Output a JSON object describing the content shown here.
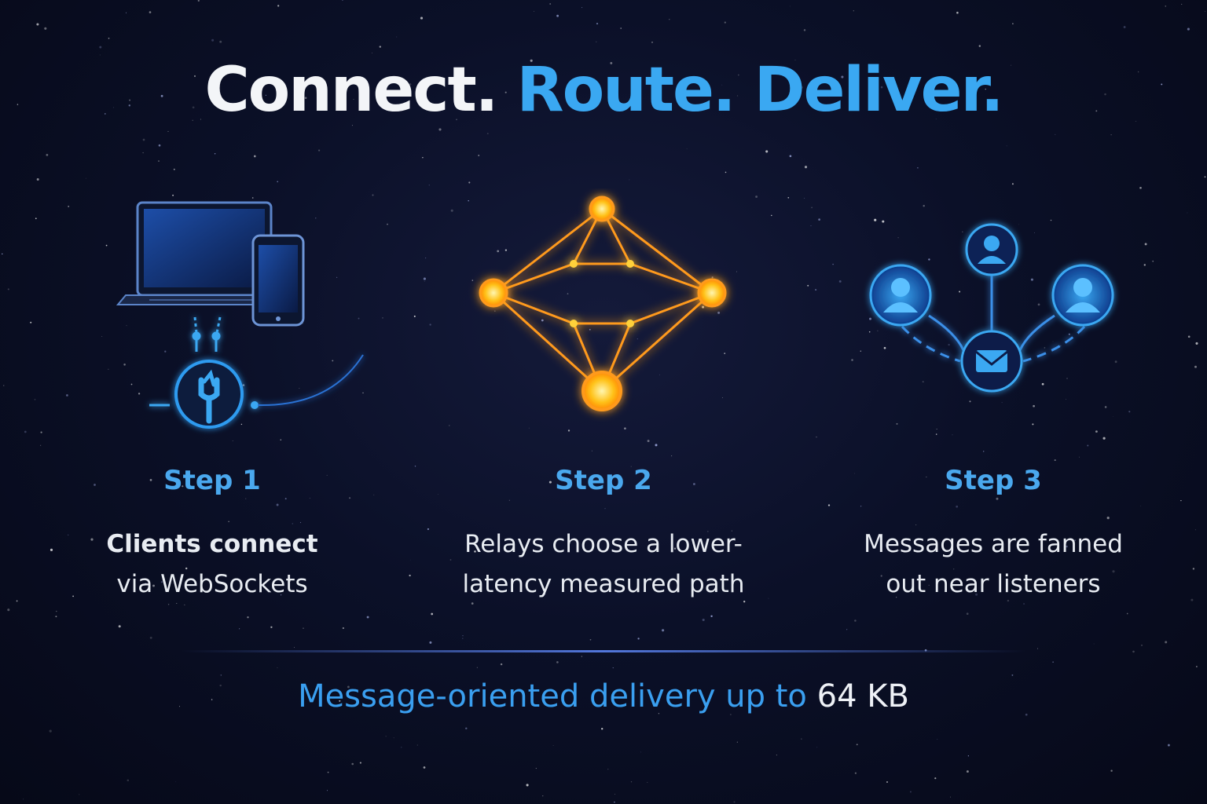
{
  "headline": {
    "part1": "Connect.",
    "part2": "Route.",
    "part3": "Deliver."
  },
  "steps": [
    {
      "label": "Step 1",
      "line1": "Clients connect",
      "line2": "via WebSockets",
      "icon": "devices-websocket-icon"
    },
    {
      "label": "Step 2",
      "line1": "Relays choose a lower-",
      "line2": "latency measured path",
      "icon": "relay-network-icon"
    },
    {
      "label": "Step 3",
      "line1": "Messages are fanned",
      "line2": "out near listeners",
      "icon": "fanout-listeners-icon"
    }
  ],
  "footer": {
    "lead": "Message-oriented delivery up to",
    "size": "64 KB"
  },
  "colors": {
    "accent_blue": "#3aa8f2",
    "relay_orange": "#ff9a1f",
    "background": "#0b1028"
  }
}
